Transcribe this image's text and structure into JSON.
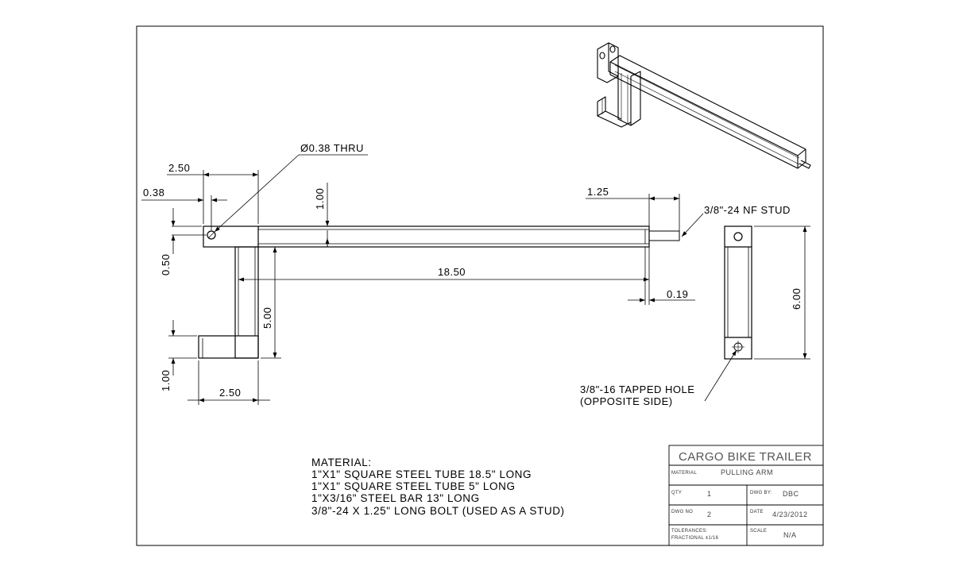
{
  "dimensions": {
    "d_2_50_top": "2.50",
    "d_0_38": "0.38",
    "d_1_00_v": "1.00",
    "d_1_25": "1.25",
    "d_0_50": "0.50",
    "d_18_50": "18.50",
    "d_0_19": "0.19",
    "d_5_00": "5.00",
    "d_1_00_bottom": "1.00",
    "d_2_50_bottom": "2.50",
    "d_6_00": "6.00"
  },
  "callouts": {
    "thru_hole": "Ø0.38 THRU",
    "stud": "3/8\"-24 NF STUD",
    "tapped_line1": "3/8\"-16 TAPPED HOLE",
    "tapped_line2": "(OPPOSITE SIDE)"
  },
  "material_notes": {
    "heading": "MATERIAL:",
    "lines": [
      "1\"X1\" SQUARE STEEL TUBE 18.5\" LONG",
      "1\"X1\" SQUARE STEEL TUBE 5\" LONG",
      "1\"X3/16\" STEEL BAR 13\" LONG",
      "3/8\"-24 X 1.25\" LONG BOLT (USED AS A STUD)"
    ]
  },
  "title_block": {
    "title": "CARGO BIKE TRAILER",
    "material_label": "MATERIAL",
    "part_name": "PULLING ARM",
    "qty_label": "QTY",
    "qty_value": "1",
    "drawn_by_label": "DWG BY:",
    "drawn_by_value": "DBC",
    "dwg_no_label": "DWG NO",
    "dwg_no_value": "2",
    "date_label": "DATE",
    "date_value": "4/23/2012",
    "tolerances_label": "TOLERANCES:",
    "tolerances_value": "FRACTIONAL ±1/16",
    "scale_label": "SCALE",
    "scale_value": "N/A"
  }
}
